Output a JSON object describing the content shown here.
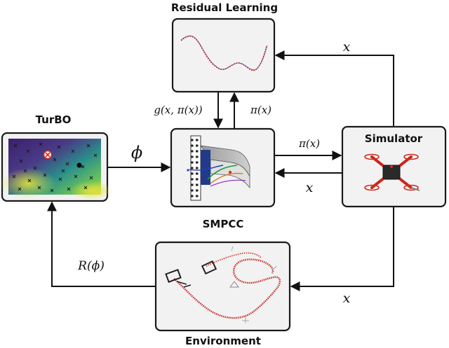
{
  "blocks": {
    "residual": {
      "title": "Residual Learning"
    },
    "turbo": {
      "title": "TurBO"
    },
    "smpcc": {
      "title": "SMPCC"
    },
    "simulator": {
      "title": "Simulator"
    },
    "environment": {
      "title": "Environment"
    }
  },
  "edges": {
    "sim_to_residual": "x",
    "residual_to_smpcc": "g(x, π(x))",
    "smpcc_to_residual": "π(x)",
    "turbo_to_smpcc": "ϕ",
    "smpcc_to_sim": "π(x)",
    "sim_to_smpcc": "x",
    "env_to_turbo": "R(ϕ)",
    "sim_to_env": "x"
  },
  "colors": {
    "box_fill": "#f2f2f2",
    "box_stroke": "#1a1a1a",
    "arrow": "#111111",
    "drone_red": "#d42a1e",
    "trajectory_red": "#c8281e",
    "heatmap_dark": "#3b1f6e",
    "heatmap_mid": "#2a8f8a",
    "heatmap_light": "#e3e33a"
  }
}
